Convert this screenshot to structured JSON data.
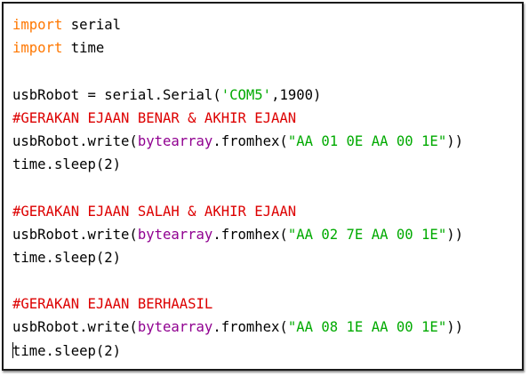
{
  "code": {
    "line1": {
      "kw": "import",
      "rest": " serial"
    },
    "line2": {
      "kw": "import",
      "rest": " time"
    },
    "line4": {
      "text": "usbRobot = serial.Serial(",
      "str": "'COM5'",
      "tail": ",1900)"
    },
    "comment1": "#GERAKAN EJAAN BENAR & AKHIR EJAAN",
    "write1": {
      "pre": "usbRobot.write(",
      "builtin": "bytearray",
      "mid": ".fromhex(",
      "str": "\"AA 01 0E AA 00 1E\"",
      "post": "))"
    },
    "sleep1": "time.sleep(2)",
    "comment2": "#GERAKAN EJAAN SALAH & AKHIR EJAAN",
    "write2": {
      "pre": "usbRobot.write(",
      "builtin": "bytearray",
      "mid": ".fromhex(",
      "str": "\"AA 02 7E AA 00 1E\"",
      "post": "))"
    },
    "sleep2": "time.sleep(2)",
    "comment3": "#GERAKAN EJAAN BERHAASIL",
    "write3": {
      "pre": "usbRobot.write(",
      "builtin": "bytearray",
      "mid": ".fromhex(",
      "str": "\"AA 08 1E AA 00 1E\"",
      "post": "))"
    },
    "sleep3": "time.sleep(2)"
  },
  "colors": {
    "keyword": "#ff7700",
    "comment": "#dd0000",
    "string": "#00aa00",
    "builtin": "#900090",
    "text": "#000000"
  }
}
